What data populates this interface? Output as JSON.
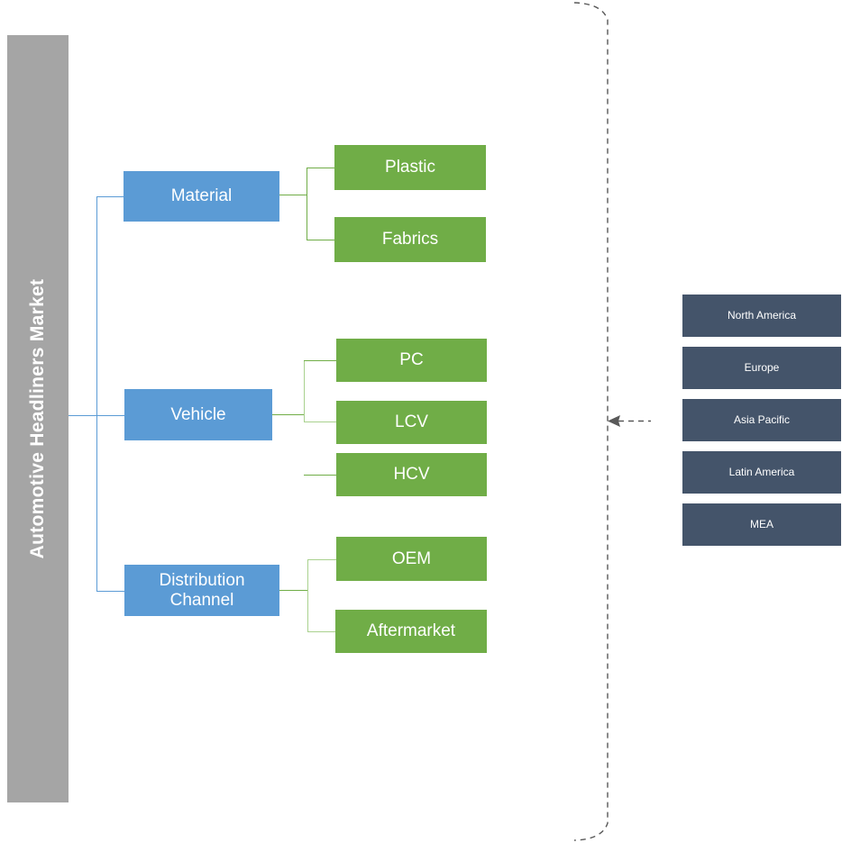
{
  "title_bar": {
    "label": "Automotive Headliners Market",
    "color": "#a5a5a5",
    "text_color": "#ffffff"
  },
  "colors": {
    "level1": "#5b9bd5",
    "level2": "#70ad47",
    "level2_light": "#a9d18e",
    "region": "#44546a",
    "title_bar": "#a5a5a5",
    "bracket": "#595959",
    "background": "#ffffff"
  },
  "segments": [
    {
      "id": "material",
      "label": "Material",
      "children": [
        {
          "id": "plastic",
          "label": "Plastic"
        },
        {
          "id": "fabrics",
          "label": "Fabrics"
        }
      ]
    },
    {
      "id": "vehicle",
      "label": "Vehicle",
      "children": [
        {
          "id": "pc",
          "label": "PC"
        },
        {
          "id": "lcv",
          "label": "LCV"
        },
        {
          "id": "hcv",
          "label": "HCV"
        }
      ]
    },
    {
      "id": "distribution-channel",
      "label": "Distribution\nChannel",
      "label_line1": "Distribution",
      "label_line2": "Channel",
      "children": [
        {
          "id": "oem",
          "label": "OEM"
        },
        {
          "id": "aftermarket",
          "label": "Aftermarket"
        }
      ]
    }
  ],
  "regions": [
    {
      "id": "north-america",
      "label": "North America"
    },
    {
      "id": "europe",
      "label": "Europe"
    },
    {
      "id": "asia-pacific",
      "label": "Asia Pacific"
    },
    {
      "id": "latin-america",
      "label": "Latin America"
    },
    {
      "id": "mea",
      "label": "MEA"
    }
  ]
}
